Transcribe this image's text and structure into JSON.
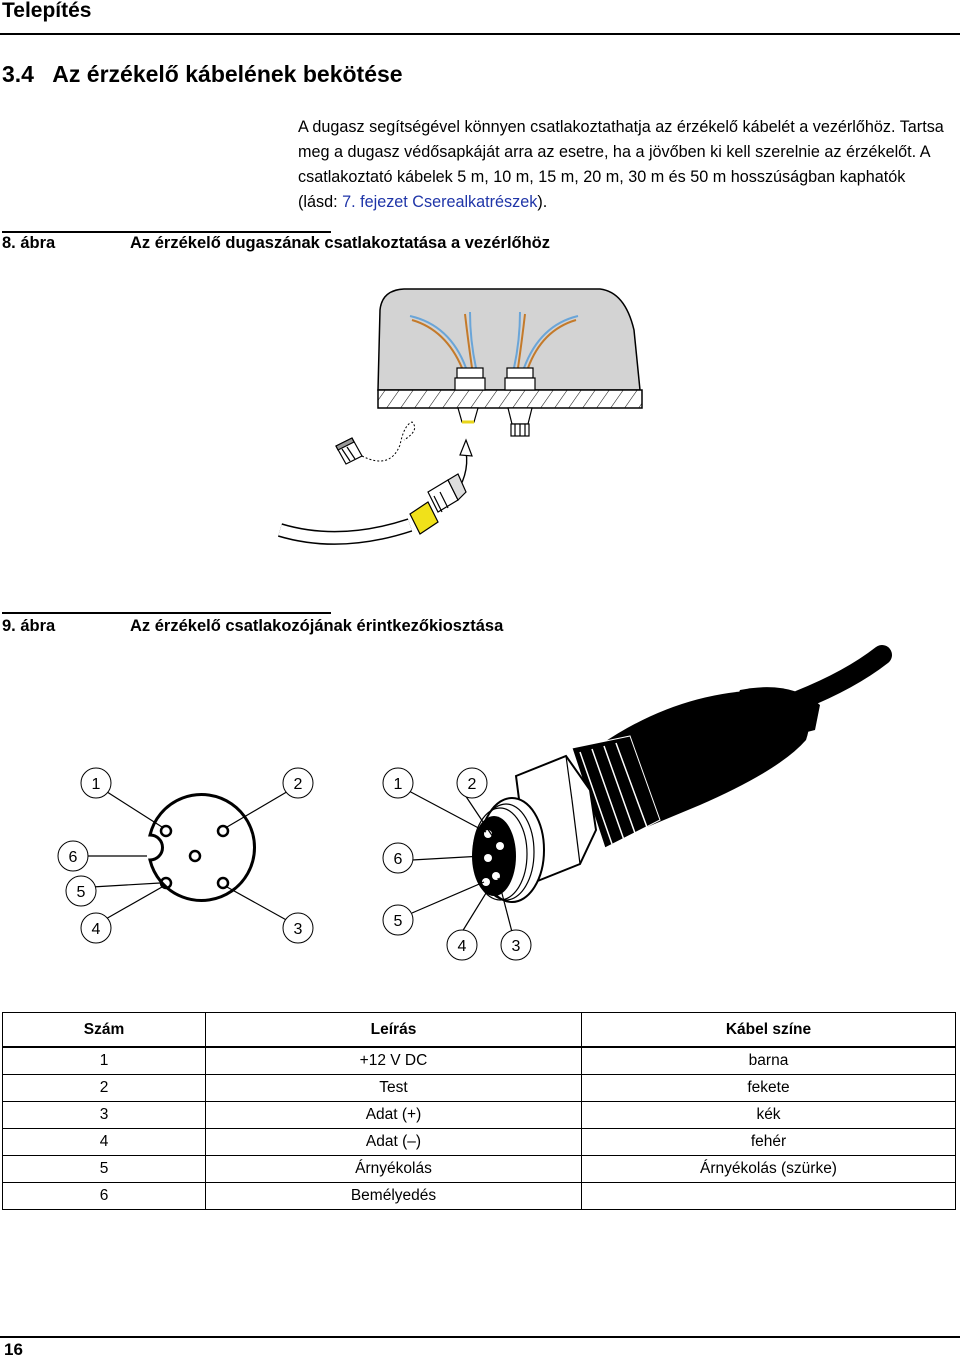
{
  "header": {
    "title": "Telepítés"
  },
  "section": {
    "title": "3.4   Az érzékelő kábelének bekötése"
  },
  "intro": {
    "text": "A dugasz segítségével könnyen csatlakoztathatja az érzékelő kábelét a vezérlőhöz. Tartsa meg a dugasz védősapkáját arra az esetre, ha a jövőben ki kell szerelnie az érzékelőt. A csatlakoztató kábelek 5 m, 10 m, 15 m, 20 m, 30 m és 50 m hosszúságban kaphatók (lásd: ",
    "link": "7. fejezet Cserealkatrészek",
    "after": ")."
  },
  "figure8": {
    "number": "8. ábra",
    "title": "Az érzékelő dugaszának csatlakoztatása a vezérlőhöz"
  },
  "figure9": {
    "number": "9. ábra",
    "title": "Az érzékelő csatlakozójának érintkezőkiosztása",
    "left_labels": {
      "p1": "1",
      "p2": "2",
      "p3": "3",
      "p4": "4",
      "p5": "5",
      "p6": "6"
    },
    "right_labels": {
      "p1": "1",
      "p2": "2",
      "p3": "3",
      "p4": "4",
      "p5": "5",
      "p6": "6"
    }
  },
  "table": {
    "headers": [
      "Szám",
      "Leírás",
      "Kábel színe"
    ],
    "rows": [
      [
        "1",
        "+12 V DC",
        "barna"
      ],
      [
        "2",
        "Test",
        "fekete"
      ],
      [
        "3",
        "Adat (+)",
        "kék"
      ],
      [
        "4",
        "Adat (–)",
        "fehér"
      ],
      [
        "5",
        "Árnyékolás",
        "Árnyékolás (szürke)"
      ],
      [
        "6",
        "Bemélyedés",
        ""
      ]
    ]
  },
  "footer": {
    "page_number": "16"
  }
}
